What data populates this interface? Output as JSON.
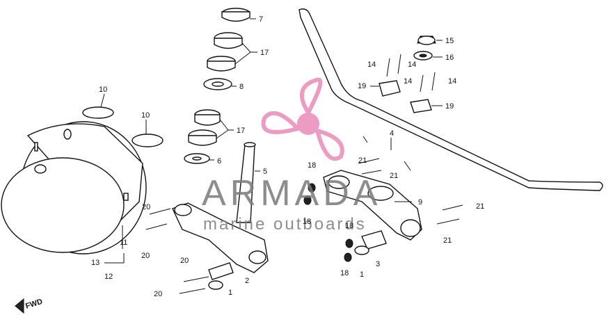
{
  "diagram": {
    "watermark": {
      "brand": "ARMADA",
      "tagline": "marine outboards",
      "logo_color": "#e98bb8",
      "text_color": "#7a7a7a"
    },
    "direction_marker": "FWD",
    "labels": {
      "l1a": "1",
      "l1b": "1",
      "l2": "2",
      "l3": "3",
      "l4": "4",
      "l5": "5",
      "l6": "6",
      "l7": "7",
      "l8": "8",
      "l9": "9",
      "l10a": "10",
      "l10b": "10",
      "l11": "11",
      "l12": "12",
      "l13": "13",
      "l14a": "14",
      "l14b": "14",
      "l14c": "14",
      "l14d": "14",
      "l15": "15",
      "l16": "16",
      "l17a": "17",
      "l17b": "17",
      "l18a": "18",
      "l18b": "18",
      "l18c": "18",
      "l18d": "18",
      "l19a": "19",
      "l19b": "19",
      "l20a": "20",
      "l20b": "20",
      "l20c": "20",
      "l20d": "20",
      "l21a": "21",
      "l21b": "21",
      "l21c": "21",
      "l21d": "21"
    }
  }
}
